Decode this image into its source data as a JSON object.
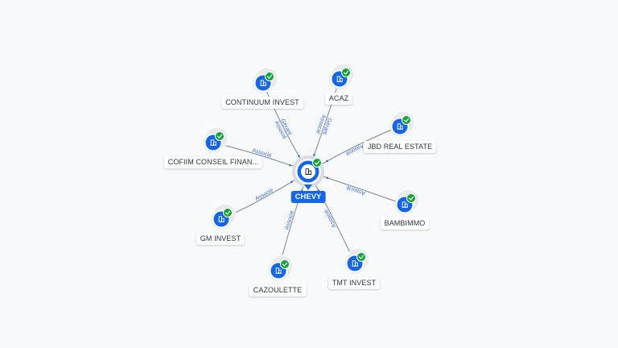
{
  "center": {
    "label": "CHEVY",
    "icon": "company-icon",
    "verified": true
  },
  "nodes": [
    {
      "id": "continuum",
      "label": "CONTINUUM INVEST",
      "edge_labels": [
        "Gérant",
        "Associé"
      ],
      "icon": "company-icon",
      "verified": true
    },
    {
      "id": "acaz",
      "label": "ACAZ",
      "edge_labels": [
        "Gérant",
        "Associé"
      ],
      "icon": "company-icon",
      "verified": true
    },
    {
      "id": "jbd",
      "label": "JBD REAL ESTATE",
      "edge_labels": [
        "Associé"
      ],
      "icon": "company-icon",
      "verified": true
    },
    {
      "id": "cofiim",
      "label": "COFIIM CONSEIL FINAN...",
      "edge_labels": [
        "Associé"
      ],
      "icon": "company-icon",
      "verified": true
    },
    {
      "id": "bambimmo",
      "label": "BAMBIMMO",
      "edge_labels": [
        "Associé"
      ],
      "icon": "company-icon",
      "verified": true
    },
    {
      "id": "gm",
      "label": "GM INVEST",
      "edge_labels": [
        "Associé"
      ],
      "icon": "company-icon",
      "verified": true
    },
    {
      "id": "cazoulette",
      "label": "CAZOULETTE",
      "edge_labels": [
        "Associé"
      ],
      "icon": "company-icon",
      "verified": true
    },
    {
      "id": "tmt",
      "label": "TMT INVEST",
      "edge_labels": [
        "Associé"
      ],
      "icon": "company-icon",
      "verified": true
    }
  ],
  "colors": {
    "accent": "#1565e6",
    "verified": "#11a33a",
    "edge": "#7c8596",
    "edge_label": "#3b6fd6",
    "background": "#f8f9fb"
  }
}
